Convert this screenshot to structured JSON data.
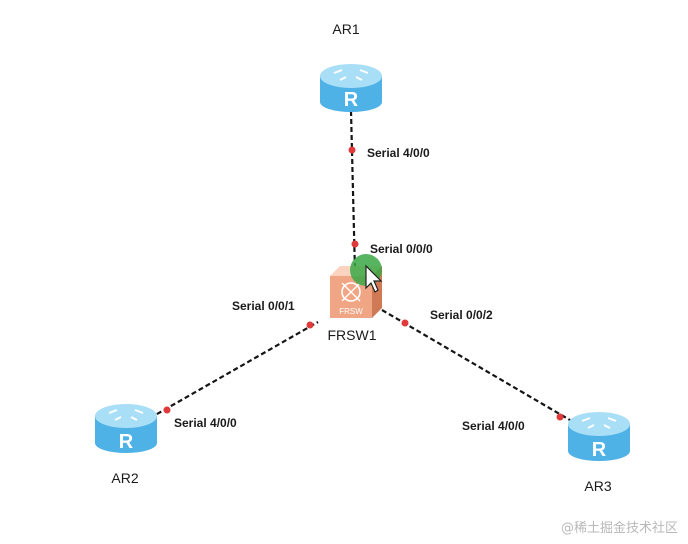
{
  "nodes": {
    "ar1": {
      "name": "AR1",
      "icon": "router-icon",
      "icon_letter": "R"
    },
    "ar2": {
      "name": "AR2",
      "icon": "router-icon",
      "icon_letter": "R"
    },
    "ar3": {
      "name": "AR3",
      "icon": "router-icon",
      "icon_letter": "R"
    },
    "frsw1": {
      "name": "FRSW1",
      "icon": "frame-relay-switch-icon",
      "icon_text": "FRSW"
    }
  },
  "links": [
    {
      "from": "AR1",
      "from_port": "Serial 4/0/0",
      "to": "FRSW1",
      "to_port": "Serial 0/0/0"
    },
    {
      "from": "AR2",
      "from_port": "Serial 4/0/0",
      "to": "FRSW1",
      "to_port": "Serial 0/0/1"
    },
    {
      "from": "AR3",
      "from_port": "Serial 4/0/0",
      "to": "FRSW1",
      "to_port": "Serial 0/0/2"
    }
  ],
  "cursor": {
    "icon": "mouse-pointer-icon",
    "highlight_color": "#3aa845"
  },
  "colors": {
    "router": "#4fb2e6",
    "switch": "#f0a585",
    "port_dot": "#e03a3a",
    "link": "#151515"
  },
  "watermark": "@稀土掘金技术社区"
}
